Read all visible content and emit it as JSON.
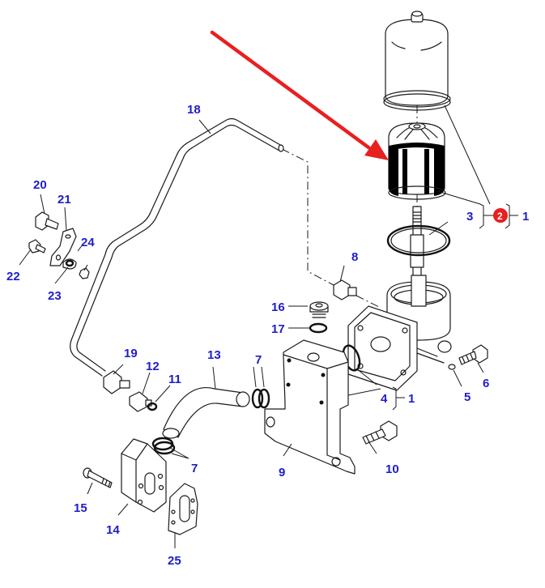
{
  "diagram": {
    "title": "Oil filter assembly exploded parts diagram",
    "label_color": "#1e1ec8",
    "highlight_color": "#e8201f",
    "highlighted_part": "2",
    "labels": {
      "p1a": "1",
      "p1b": "1",
      "p2": "2",
      "p3": "3",
      "p4": "4",
      "p5": "5",
      "p6": "6",
      "p7a": "7",
      "p7b": "7",
      "p8": "8",
      "p9": "9",
      "p10": "10",
      "p11": "11",
      "p12": "12",
      "p13": "13",
      "p14": "14",
      "p15": "15",
      "p16": "16",
      "p17": "17",
      "p18": "18",
      "p19": "19",
      "p20": "20",
      "p21": "21",
      "p22": "22",
      "p23": "23",
      "p24": "24",
      "p25": "25"
    },
    "arrow": {
      "points_to": "filter-element",
      "color": "#e8201f"
    }
  }
}
